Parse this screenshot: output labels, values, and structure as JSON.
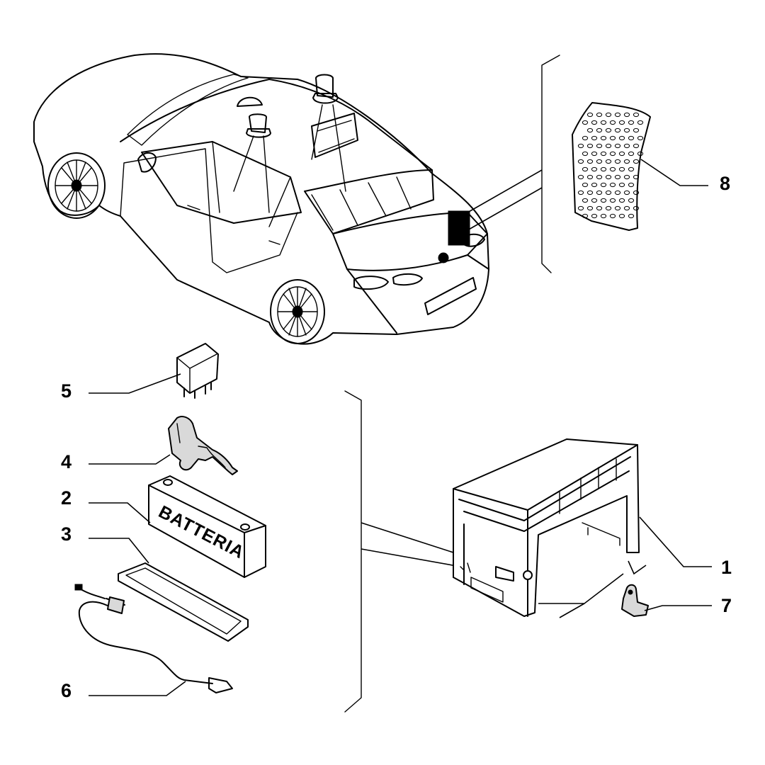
{
  "battery_label": "BATTERIA",
  "callouts": {
    "part_1": "1",
    "part_2": "2",
    "part_3": "3",
    "part_4": "4",
    "part_5": "5",
    "part_6": "6",
    "part_7": "7",
    "part_8": "8"
  }
}
